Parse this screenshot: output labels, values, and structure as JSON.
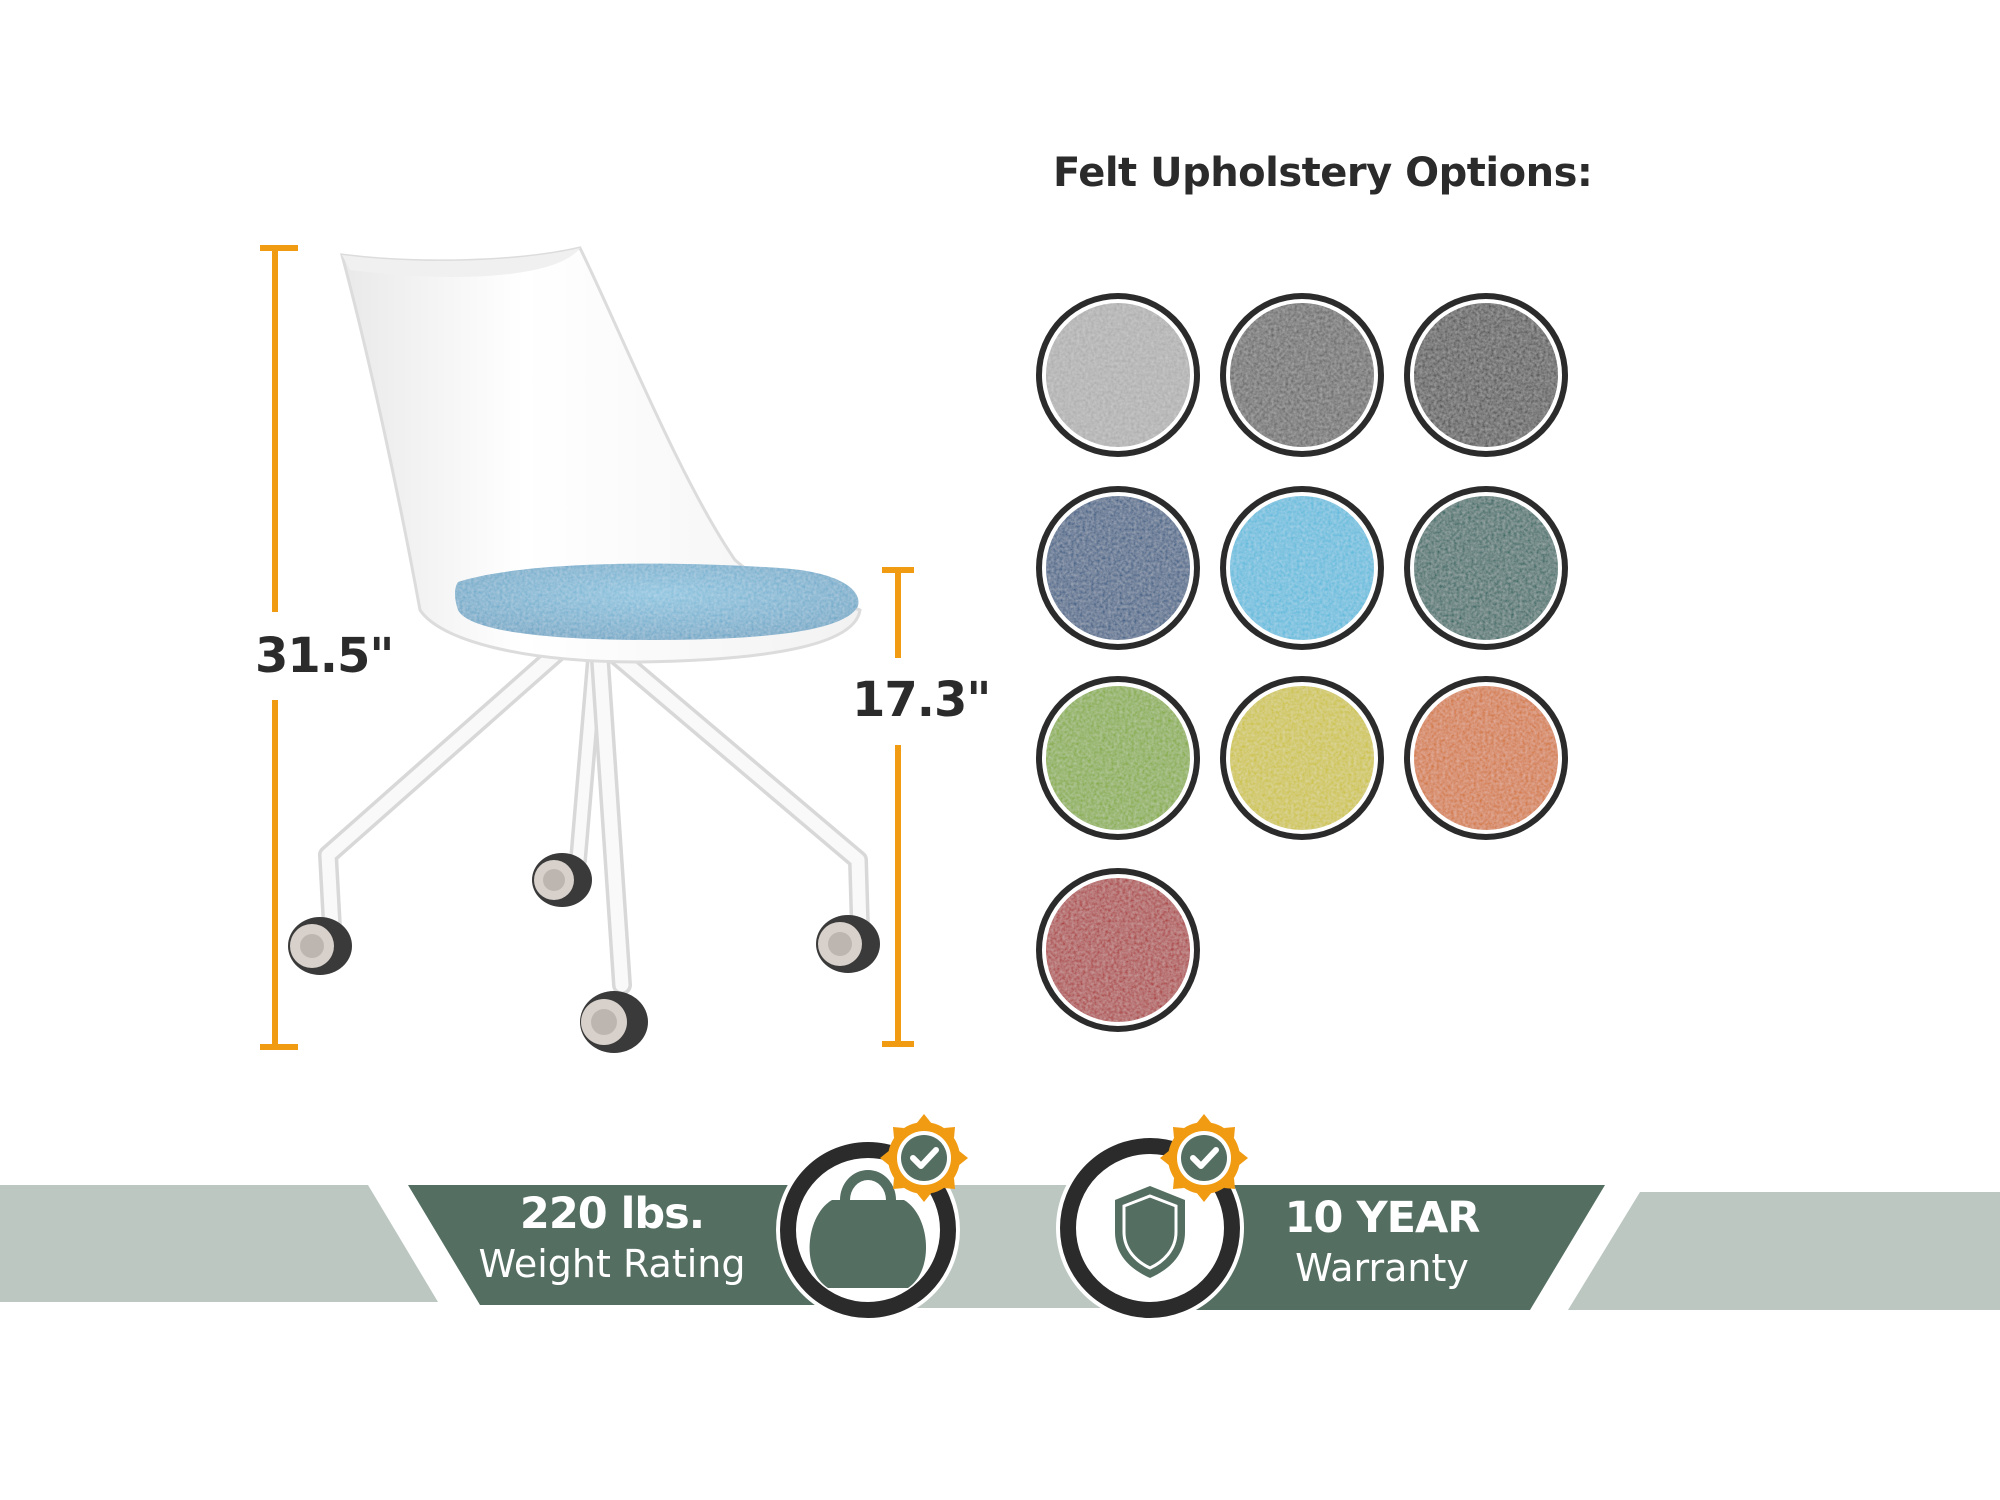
{
  "dimensions": {
    "total_height": "31.5\"",
    "seat_height": "17.3\""
  },
  "upholstery": {
    "title": "Felt Upholstery Options:",
    "swatches": [
      {
        "color": "#a7a7a7"
      },
      {
        "color": "#595959"
      },
      {
        "color": "#3c3c3c"
      },
      {
        "color": "#1f4f7d"
      },
      {
        "color": "#4cb6da"
      },
      {
        "color": "#0e5b56"
      },
      {
        "color": "#7ca624"
      },
      {
        "color": "#c9be1f"
      },
      {
        "color": "#d06a16"
      },
      {
        "color": "#a61d1f"
      }
    ]
  },
  "badges": {
    "weight": {
      "value": "220 lbs.",
      "label": "Weight Rating",
      "icon": "kettlebell-icon"
    },
    "warranty": {
      "value": "10 YEAR",
      "label": "Warranty",
      "icon": "shield-icon"
    }
  },
  "colors": {
    "accent_orange": "#f19b12",
    "badge_green": "#546e61",
    "band_light": "#bbc7c0",
    "chair_seat": "#6aaed0"
  }
}
